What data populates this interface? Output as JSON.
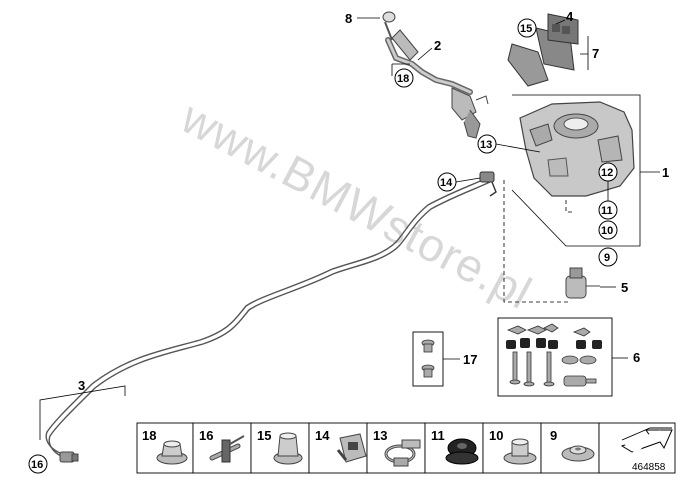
{
  "watermark": "www.BMWstore.pl",
  "doc_number": "464858",
  "callouts": {
    "c1": "1",
    "c2": "2",
    "c3": "3",
    "c4": "4",
    "c5": "5",
    "c6": "6",
    "c7": "7",
    "c8": "8",
    "c9": "9",
    "c10": "10",
    "c11": "11",
    "c12": "12",
    "c13": "13",
    "c14": "14",
    "c15": "15",
    "c16": "16",
    "c17": "17",
    "c18": "18"
  },
  "legend": [
    {
      "number": "18",
      "part": "nut-icon"
    },
    {
      "number": "16",
      "part": "cable-clip-icon"
    },
    {
      "number": "15",
      "part": "flange-nut-icon"
    },
    {
      "number": "14",
      "part": "connector-icon"
    },
    {
      "number": "13",
      "part": "hose-clamp-icon"
    },
    {
      "number": "11",
      "part": "grommet-icon"
    },
    {
      "number": "10",
      "part": "washer-icon"
    },
    {
      "number": "9",
      "part": "small-washer-icon"
    },
    {
      "number": "",
      "part": "arrow-icon"
    }
  ]
}
